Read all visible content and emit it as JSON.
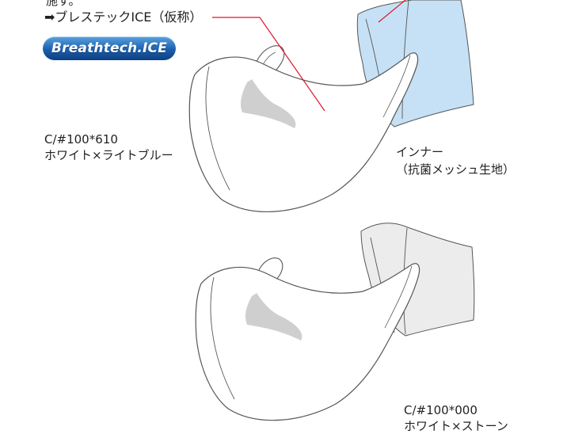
{
  "intro_fragment": "施す。",
  "product_name": "➡ブレステックICE（仮称）",
  "logo_text": "Breathtech.ICE",
  "color_top": {
    "code": "C/#100*610",
    "name": "ホワイト×ライトブルー"
  },
  "inner_label": {
    "line1": "インナー",
    "line2": "（抗菌メッシュ生地）"
  },
  "color_bottom": {
    "code": "C/#100*000",
    "name": "ホワイト×ストーン"
  },
  "colors": {
    "light_blue": "#c6e1f5",
    "stone": "#ececec",
    "outline": "#555555",
    "leader_line": "#e0162b",
    "shadow_patch": "#cfcfcf"
  }
}
